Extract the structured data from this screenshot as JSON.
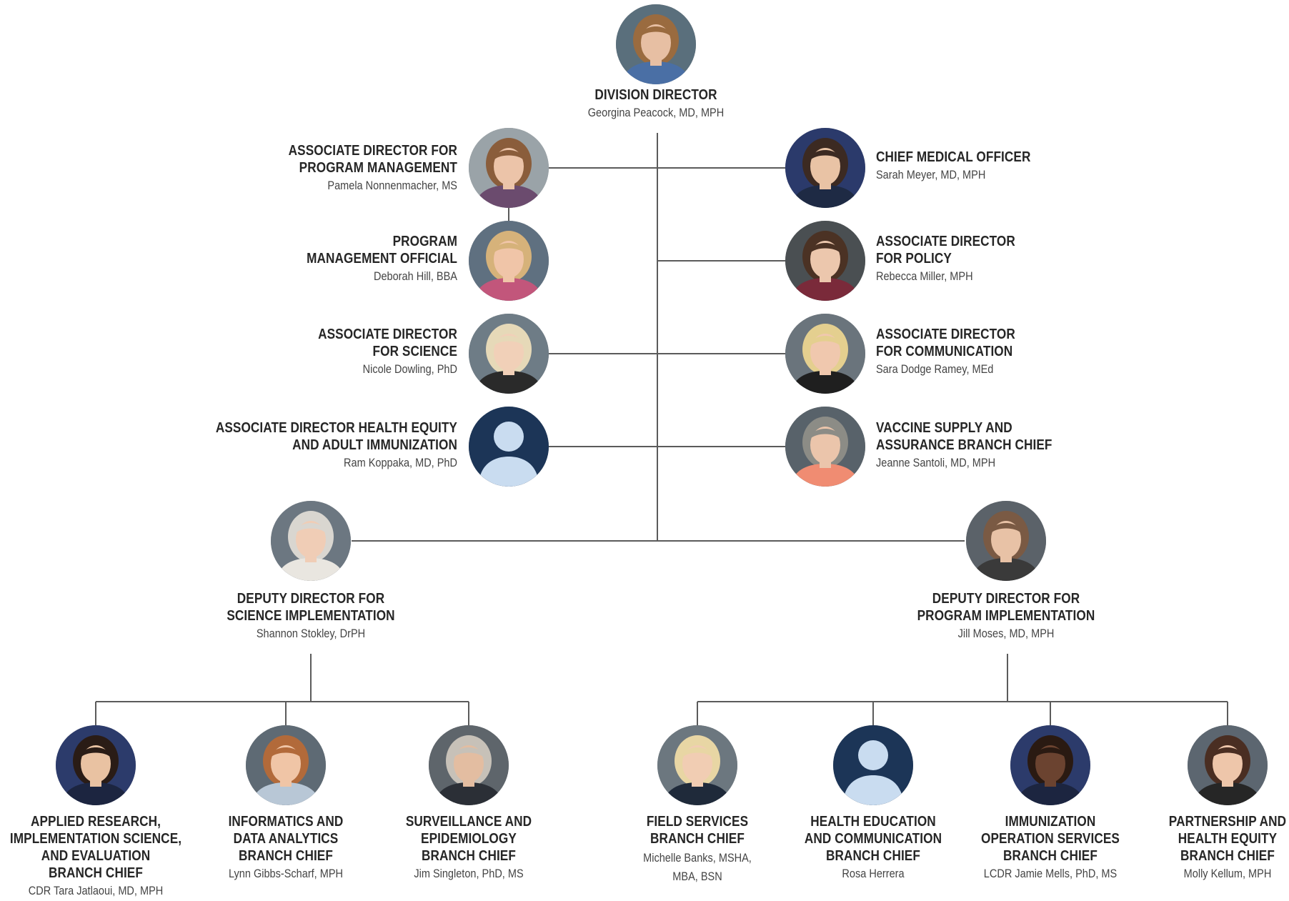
{
  "colors": {
    "line": "#5b5b5b",
    "placeholder_bg": "#1c3557",
    "placeholder_figure": "#c9dcf0",
    "title_text": "#262626",
    "name_text": "#444444"
  },
  "people": [
    {
      "id": "division-director",
      "title": "DIVISION DIRECTOR",
      "name": "Georgina Peacock, MD, MPH",
      "photo": "photo",
      "palette": {
        "bg": "#5a6f7c",
        "skin": "#e7bfa3",
        "hair": "#9a6b3f",
        "shirt": "#4a6fa5"
      }
    },
    {
      "id": "assoc-dir-program-management",
      "title": "ASSOCIATE DIRECTOR FOR\nPROGRAM MANAGEMENT",
      "name": "Pamela Nonnenmacher, MS",
      "photo": "photo",
      "palette": {
        "bg": "#9aa3a8",
        "skin": "#ecc4a9",
        "hair": "#8a5d3b",
        "shirt": "#6b4b6e"
      }
    },
    {
      "id": "program-management-official",
      "title": "PROGRAM\nMANAGEMENT OFFICIAL",
      "name": "Deborah Hill, BBA",
      "photo": "photo",
      "palette": {
        "bg": "#5f7080",
        "skin": "#f0c5a8",
        "hair": "#d6b27a",
        "shirt": "#c2567b"
      }
    },
    {
      "id": "assoc-dir-science",
      "title": "ASSOCIATE DIRECTOR\nFOR SCIENCE",
      "name": "Nicole Dowling, PhD",
      "photo": "photo",
      "palette": {
        "bg": "#6e7c86",
        "skin": "#f1d0b8",
        "hair": "#e6d9b8",
        "shirt": "#2a2a2a"
      }
    },
    {
      "id": "assoc-dir-health-equity",
      "title": "ASSOCIATE DIRECTOR HEALTH EQUITY\nAND ADULT IMMUNIZATION",
      "name": "Ram Koppaka, MD, PhD",
      "photo": "placeholder"
    },
    {
      "id": "chief-medical-officer",
      "title": "CHIEF MEDICAL OFFICER",
      "name": "Sarah Meyer, MD, MPH",
      "photo": "photo",
      "palette": {
        "bg": "#2b3a6b",
        "skin": "#e9c3a5",
        "hair": "#3c2a22",
        "shirt": "#1e2a44"
      }
    },
    {
      "id": "assoc-dir-policy",
      "title": "ASSOCIATE DIRECTOR\nFOR POLICY",
      "name": "Rebecca Miller, MPH",
      "photo": "photo",
      "palette": {
        "bg": "#4a4f52",
        "skin": "#ecc7ad",
        "hair": "#4b3224",
        "shirt": "#7a2a3a"
      }
    },
    {
      "id": "assoc-dir-communication",
      "title": "ASSOCIATE DIRECTOR\nFOR COMMUNICATION",
      "name": "Sara Dodge Ramey, MEd",
      "photo": "photo",
      "palette": {
        "bg": "#6a747c",
        "skin": "#f0c8ae",
        "hair": "#e4cf8f",
        "shirt": "#1f1f1f"
      }
    },
    {
      "id": "vaccine-supply-branch-chief",
      "title": "VACCINE SUPPLY AND\nASSURANCE BRANCH CHIEF",
      "name": "Jeanne Santoli, MD, MPH",
      "photo": "photo",
      "palette": {
        "bg": "#58626a",
        "skin": "#ebc5ab",
        "hair": "#8c8c86",
        "shirt": "#f08c72"
      }
    },
    {
      "id": "deputy-dir-science-implementation",
      "title": "DEPUTY DIRECTOR FOR\nSCIENCE IMPLEMENTATION",
      "name": "Shannon Stokley, DrPH",
      "photo": "photo",
      "palette": {
        "bg": "#6c7781",
        "skin": "#f0cdb6",
        "hair": "#d9d6d0",
        "shirt": "#e9e6e0"
      }
    },
    {
      "id": "deputy-dir-program-implementation",
      "title": "DEPUTY DIRECTOR FOR\nPROGRAM IMPLEMENTATION",
      "name": "Jill Moses, MD, MPH",
      "photo": "photo",
      "palette": {
        "bg": "#5b6269",
        "skin": "#e8c2a6",
        "hair": "#7a5a44",
        "shirt": "#3a3a3a"
      }
    },
    {
      "id": "applied-research-branch-chief",
      "title": "APPLIED RESEARCH,\nIMPLEMENTATION SCIENCE,\nAND EVALUATION\nBRANCH CHIEF",
      "name": "CDR Tara Jatlaoui, MD, MPH",
      "photo": "photo",
      "palette": {
        "bg": "#2c3b6b",
        "skin": "#e9c2a2",
        "hair": "#2a1c16",
        "shirt": "#1c2540"
      }
    },
    {
      "id": "informatics-branch-chief",
      "title": "INFORMATICS AND\nDATA ANALYTICS\nBRANCH CHIEF",
      "name": "Lynn Gibbs-Scharf, MPH",
      "photo": "photo",
      "palette": {
        "bg": "#5e6a74",
        "skin": "#f0c5a6",
        "hair": "#b26a3a",
        "shirt": "#b8c7d6"
      }
    },
    {
      "id": "surveillance-branch-chief",
      "title": "SURVEILLANCE AND\nEPIDEMIOLOGY\nBRANCH CHIEF",
      "name": "Jim Singleton, PhD, MS",
      "photo": "photo",
      "palette": {
        "bg": "#5e656b",
        "skin": "#e3bda1",
        "hair": "#c7c1b8",
        "shirt": "#2b2f36"
      }
    },
    {
      "id": "field-services-branch-chief",
      "title": "FIELD SERVICES\nBRANCH CHIEF",
      "name": "Michelle Banks, MSHA,\nMBA, BSN",
      "photo": "photo",
      "palette": {
        "bg": "#6c777f",
        "skin": "#f1cdb3",
        "hair": "#e8d6a4",
        "shirt": "#1f2a3a"
      }
    },
    {
      "id": "health-education-branch-chief",
      "title": "HEALTH EDUCATION\nAND COMMUNICATION\nBRANCH CHIEF",
      "name": "Rosa Herrera",
      "photo": "placeholder"
    },
    {
      "id": "immunization-operation-branch-chief",
      "title": "IMMUNIZATION\nOPERATION SERVICES\nBRANCH CHIEF",
      "name": "LCDR Jamie Mells, PhD, MS",
      "photo": "photo",
      "palette": {
        "bg": "#2c3b6b",
        "skin": "#6b4330",
        "hair": "#2a1a12",
        "shirt": "#1c2540"
      }
    },
    {
      "id": "partnership-branch-chief",
      "title": "PARTNERSHIP AND\nHEALTH EQUITY\nBRANCH CHIEF",
      "name": "Molly Kellum, MPH",
      "photo": "photo",
      "palette": {
        "bg": "#5c6670",
        "skin": "#eec6aa",
        "hair": "#4a2e22",
        "shirt": "#262626"
      }
    }
  ]
}
